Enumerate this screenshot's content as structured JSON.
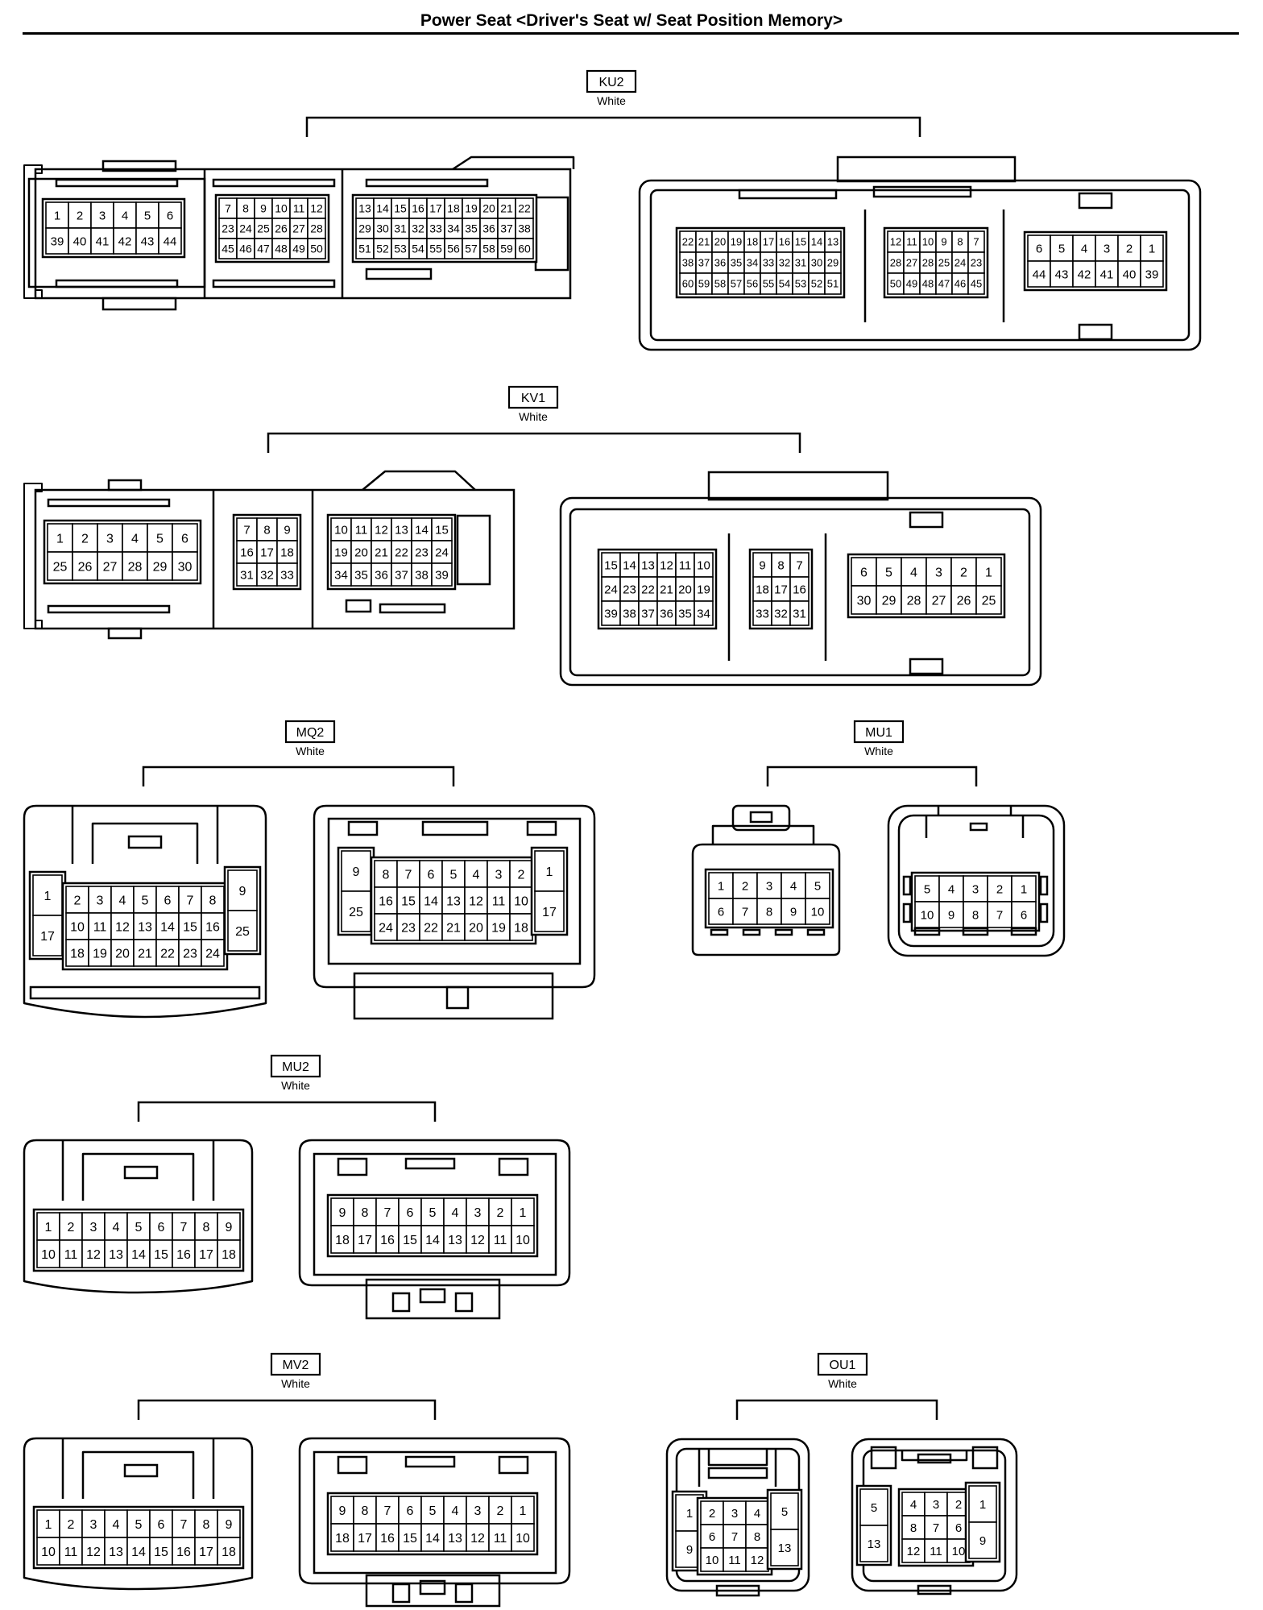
{
  "page": {
    "title": "Power Seat <Driver's Seat w/ Seat Position Memory>"
  },
  "connectors": [
    {
      "code": "KU2",
      "color": "White",
      "views": [
        {
          "kind": "harness",
          "groups": [
            [
              [
                "1",
                "2",
                "3",
                "4",
                "5",
                "6"
              ],
              [
                "39",
                "40",
                "41",
                "42",
                "43",
                "44"
              ]
            ],
            [
              [
                "7",
                "8",
                "9",
                "10",
                "11",
                "12"
              ],
              [
                "23",
                "24",
                "25",
                "26",
                "27",
                "28"
              ],
              [
                "45",
                "46",
                "47",
                "48",
                "49",
                "50"
              ]
            ],
            [
              [
                "13",
                "14",
                "15",
                "16",
                "17",
                "18",
                "19",
                "20",
                "21",
                "22"
              ],
              [
                "29",
                "30",
                "31",
                "32",
                "33",
                "34",
                "35",
                "36",
                "37",
                "38"
              ],
              [
                "51",
                "52",
                "53",
                "54",
                "55",
                "56",
                "57",
                "58",
                "59",
                "60"
              ]
            ]
          ]
        },
        {
          "kind": "mating",
          "groups": [
            [
              [
                "22",
                "21",
                "20",
                "19",
                "18",
                "17",
                "16",
                "15",
                "14",
                "13"
              ],
              [
                "38",
                "37",
                "36",
                "35",
                "34",
                "33",
                "32",
                "31",
                "30",
                "29"
              ],
              [
                "60",
                "59",
                "58",
                "57",
                "56",
                "55",
                "54",
                "53",
                "52",
                "51"
              ]
            ],
            [
              [
                "12",
                "11",
                "10",
                "9",
                "8",
                "7"
              ],
              [
                "28",
                "27",
                "28",
                "25",
                "24",
                "23"
              ],
              [
                "50",
                "49",
                "48",
                "47",
                "46",
                "45"
              ]
            ],
            [
              [
                "6",
                "5",
                "4",
                "3",
                "2",
                "1"
              ],
              [
                "44",
                "43",
                "42",
                "41",
                "40",
                "39"
              ]
            ]
          ]
        }
      ]
    },
    {
      "code": "KV1",
      "color": "White",
      "views": [
        {
          "kind": "harness",
          "groups": [
            [
              [
                "1",
                "2",
                "3",
                "4",
                "5",
                "6"
              ],
              [
                "25",
                "26",
                "27",
                "28",
                "29",
                "30"
              ]
            ],
            [
              [
                "7",
                "8",
                "9"
              ],
              [
                "16",
                "17",
                "18"
              ],
              [
                "31",
                "32",
                "33"
              ]
            ],
            [
              [
                "10",
                "11",
                "12",
                "13",
                "14",
                "15"
              ],
              [
                "19",
                "20",
                "21",
                "22",
                "23",
                "24"
              ],
              [
                "34",
                "35",
                "36",
                "37",
                "38",
                "39"
              ]
            ]
          ]
        },
        {
          "kind": "mating",
          "groups": [
            [
              [
                "15",
                "14",
                "13",
                "12",
                "11",
                "10"
              ],
              [
                "24",
                "23",
                "22",
                "21",
                "20",
                "19"
              ],
              [
                "39",
                "38",
                "37",
                "36",
                "35",
                "34"
              ]
            ],
            [
              [
                "9",
                "8",
                "7"
              ],
              [
                "18",
                "17",
                "16"
              ],
              [
                "33",
                "32",
                "31"
              ]
            ],
            [
              [
                "6",
                "5",
                "4",
                "3",
                "2",
                "1"
              ],
              [
                "30",
                "29",
                "28",
                "27",
                "26",
                "25"
              ]
            ]
          ]
        }
      ]
    },
    {
      "code": "MQ2",
      "color": "White",
      "views": [
        {
          "kind": "harness",
          "left": [
            "1",
            "17"
          ],
          "center": [
            [
              "2",
              "3",
              "4",
              "5",
              "6",
              "7",
              "8"
            ],
            [
              "10",
              "11",
              "12",
              "13",
              "14",
              "15",
              "16"
            ],
            [
              "18",
              "19",
              "20",
              "21",
              "22",
              "23",
              "24"
            ]
          ],
          "right": [
            "9",
            "25"
          ]
        },
        {
          "kind": "mating",
          "left": [
            "9",
            "25"
          ],
          "center": [
            [
              "8",
              "7",
              "6",
              "5",
              "4",
              "3",
              "2"
            ],
            [
              "16",
              "15",
              "14",
              "13",
              "12",
              "11",
              "10"
            ],
            [
              "24",
              "23",
              "22",
              "21",
              "20",
              "19",
              "18"
            ]
          ],
          "right": [
            "1",
            "17"
          ]
        }
      ]
    },
    {
      "code": "MU1",
      "color": "White",
      "views": [
        {
          "kind": "harness",
          "rows": [
            [
              "1",
              "2",
              "3",
              "4",
              "5"
            ],
            [
              "6",
              "7",
              "8",
              "9",
              "10"
            ]
          ]
        },
        {
          "kind": "mating",
          "rows": [
            [
              "5",
              "4",
              "3",
              "2",
              "1"
            ],
            [
              "10",
              "9",
              "8",
              "7",
              "6"
            ]
          ]
        }
      ]
    },
    {
      "code": "MU2",
      "color": "White",
      "views": [
        {
          "kind": "harness",
          "rows": [
            [
              "1",
              "2",
              "3",
              "4",
              "5",
              "6",
              "7",
              "8",
              "9"
            ],
            [
              "10",
              "11",
              "12",
              "13",
              "14",
              "15",
              "16",
              "17",
              "18"
            ]
          ]
        },
        {
          "kind": "mating",
          "rows": [
            [
              "9",
              "8",
              "7",
              "6",
              "5",
              "4",
              "3",
              "2",
              "1"
            ],
            [
              "18",
              "17",
              "16",
              "15",
              "14",
              "13",
              "12",
              "11",
              "10"
            ]
          ]
        }
      ]
    },
    {
      "code": "MV2",
      "color": "White",
      "views": [
        {
          "kind": "harness",
          "rows": [
            [
              "1",
              "2",
              "3",
              "4",
              "5",
              "6",
              "7",
              "8",
              "9"
            ],
            [
              "10",
              "11",
              "12",
              "13",
              "14",
              "15",
              "16",
              "17",
              "18"
            ]
          ]
        },
        {
          "kind": "mating",
          "rows": [
            [
              "9",
              "8",
              "7",
              "6",
              "5",
              "4",
              "3",
              "2",
              "1"
            ],
            [
              "18",
              "17",
              "16",
              "15",
              "14",
              "13",
              "12",
              "11",
              "10"
            ]
          ]
        }
      ]
    },
    {
      "code": "OU1",
      "color": "White",
      "views": [
        {
          "kind": "harness",
          "left": [
            "1",
            "9"
          ],
          "center": [
            [
              "2",
              "3",
              "4"
            ],
            [
              "6",
              "7",
              "8"
            ],
            [
              "10",
              "11",
              "12"
            ]
          ],
          "right": [
            "5",
            "13"
          ]
        },
        {
          "kind": "mating",
          "left": [
            "5",
            "13"
          ],
          "center": [
            [
              "4",
              "3",
              "2"
            ],
            [
              "8",
              "7",
              "6"
            ],
            [
              "12",
              "11",
              "10"
            ]
          ],
          "right": [
            "1",
            "9"
          ]
        }
      ]
    }
  ]
}
